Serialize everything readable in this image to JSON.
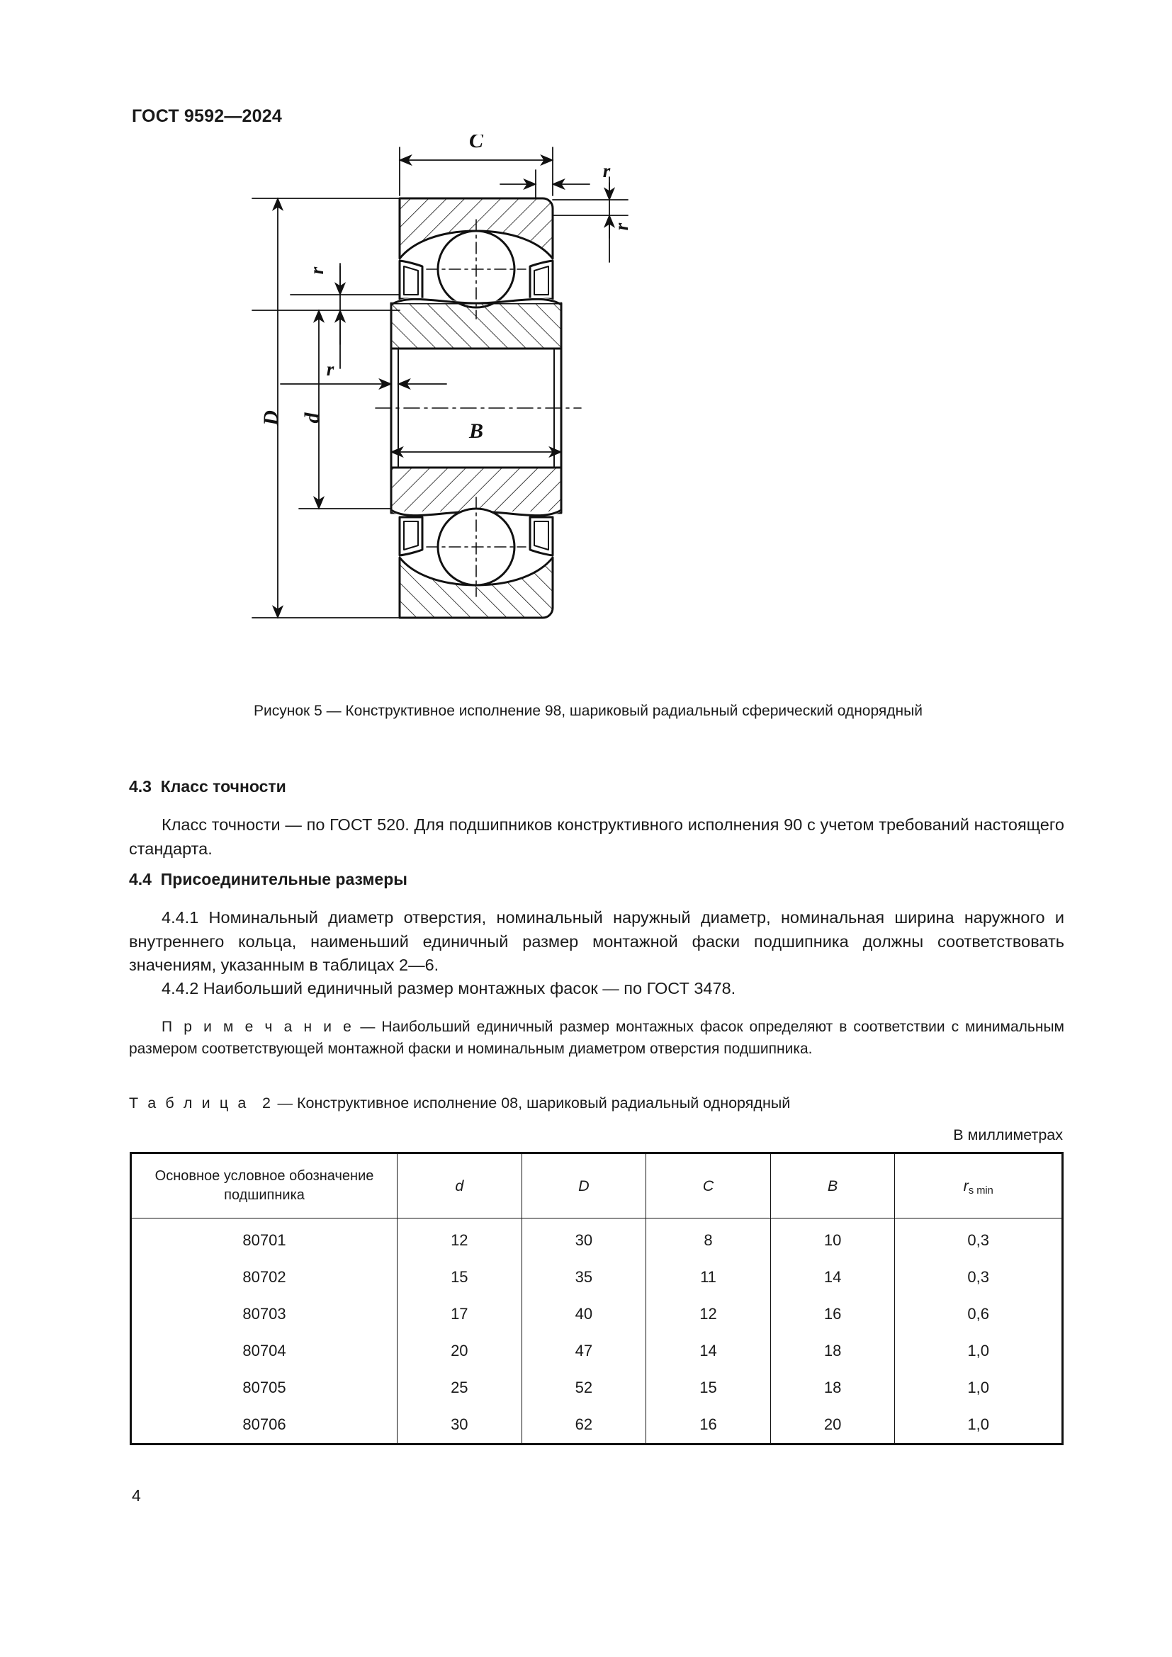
{
  "header": {
    "standard": "ГОСТ 9592—2024"
  },
  "figure": {
    "caption": "Рисунок 5 — Конструктивное исполнение 98, шариковый радиальный сферический однорядный",
    "labels": {
      "outer_diameter": "D",
      "bore_diameter": "d",
      "outer_width": "C",
      "inner_width": "B",
      "chamfer": "r"
    }
  },
  "sections": [
    {
      "number": "4.3",
      "title": "Класс точности",
      "body": "Класс точности — по ГОСТ 520. Для подшипников конструктивного исполнения 90 с учетом требований настоящего стандарта."
    },
    {
      "number": "4.4",
      "title": "Присоединительные размеры",
      "items": [
        "4.4.1  Номинальный диаметр отверстия, номинальный наружный диаметр, номинальная ширина наружного и внутреннего кольца, наименьший единичный размер монтажной фаски подшипника должны соответствовать значениям, указанным в таблицах 2—6.",
        "4.4.2  Наибольший единичный размер монтажных фасок — по ГОСТ 3478."
      ],
      "note_label": "П р и м е ч а н и е",
      "note_text": " — Наибольший единичный размер монтажных фасок определяют в соответствии с минимальным размером соответствующей монтажной фаски и номинальным диаметром отверстия подшипника."
    }
  ],
  "table": {
    "caption_label": "Т а б л и ц а  2",
    "caption_text": " — Конструктивное исполнение 08, шариковый радиальный однорядный",
    "units": "В миллиметрах",
    "columns": [
      "Основное условное обозначение подшипника",
      "d",
      "D",
      "C",
      "B",
      "r"
    ],
    "column_r_sub": "s min",
    "rows": [
      {
        "designation": "80701",
        "d": "12",
        "D": "30",
        "C": "8",
        "B": "10",
        "r": "0,3"
      },
      {
        "designation": "80702",
        "d": "15",
        "D": "35",
        "C": "11",
        "B": "14",
        "r": "0,3"
      },
      {
        "designation": "80703",
        "d": "17",
        "D": "40",
        "C": "12",
        "B": "16",
        "r": "0,6"
      },
      {
        "designation": "80704",
        "d": "20",
        "D": "47",
        "C": "14",
        "B": "18",
        "r": "1,0"
      },
      {
        "designation": "80705",
        "d": "25",
        "D": "52",
        "C": "15",
        "B": "18",
        "r": "1,0"
      },
      {
        "designation": "80706",
        "d": "30",
        "D": "62",
        "C": "16",
        "B": "20",
        "r": "1,0"
      }
    ]
  },
  "footer": {
    "page_number": "4"
  },
  "colors": {
    "ink": "#1a1a1a",
    "rule": "#111111",
    "paper": "#ffffff"
  }
}
